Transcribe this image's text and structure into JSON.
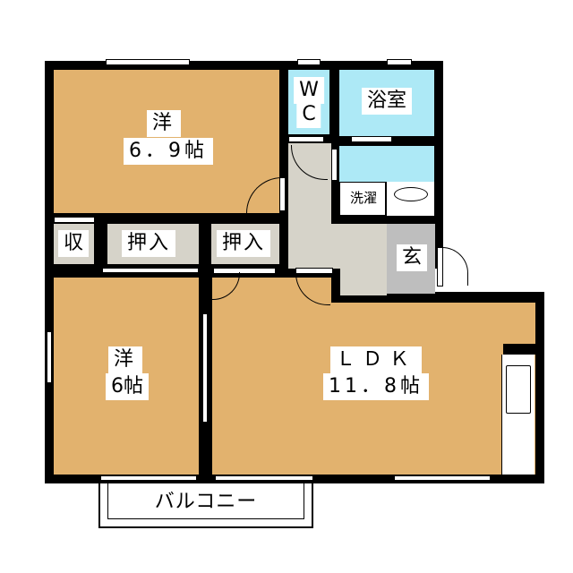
{
  "rooms": {
    "western1": {
      "name": "洋",
      "size": "6．9帖"
    },
    "wc": {
      "line1": "W",
      "line2": "C"
    },
    "bath": {
      "name": "浴室"
    },
    "laundry": {
      "name": "洗濯"
    },
    "entrance": {
      "name": "玄"
    },
    "storage": {
      "name": "収"
    },
    "closet1": {
      "name": "押入"
    },
    "closet2": {
      "name": "押入"
    },
    "western2": {
      "name": "洋",
      "size": "6帖"
    },
    "ldk": {
      "name": "ＬＤＫ",
      "size": "11．8帖"
    },
    "balcony": {
      "name": "バルコニー"
    }
  },
  "colors": {
    "room": "#E2B26E",
    "water": "#ADE9F6",
    "hall": "#D6D3C9",
    "entrance": "#BEBEBE"
  }
}
